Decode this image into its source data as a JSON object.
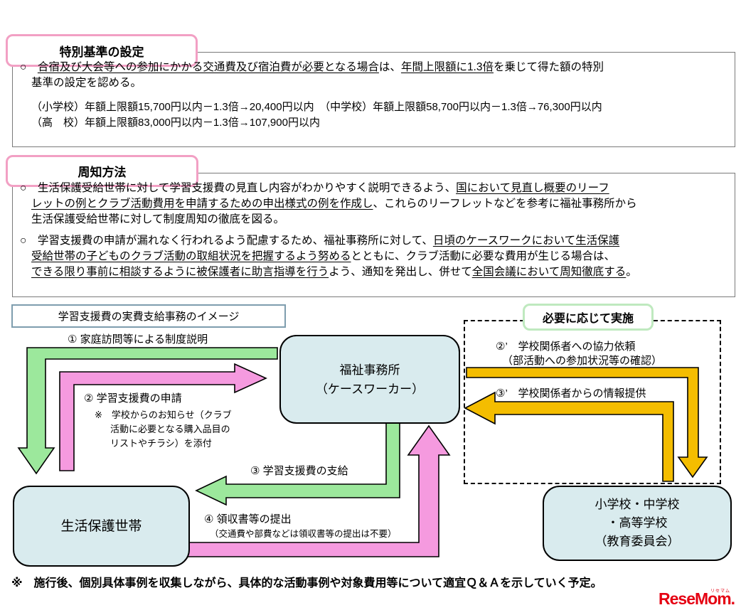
{
  "s1": {
    "title": "特別基準の設定",
    "body": [
      [
        {
          "t": "○　",
          "u": false
        },
        {
          "t": "合宿及び大会等への参加にかかる交通費及び宿泊費が必要となる場合",
          "u": true
        },
        {
          "t": "は、",
          "u": false
        },
        {
          "t": "年間上限額に1.3倍",
          "u": true
        },
        {
          "t": "を乗じて得た額の特別",
          "u": false
        }
      ],
      [
        {
          "t": "基準の設定を認める。",
          "u": false
        }
      ]
    ],
    "amounts": [
      [
        {
          "t": "（小学校）年額上限額15,700円以内－1.3倍→20,400円以内　（中学校）年額上限額58,700円以内－1.3倍→76,300円以内",
          "u": false
        }
      ],
      [
        {
          "t": "（高　校）年額上限額83,000円以内－1.3倍→107,900円以内",
          "u": false
        }
      ]
    ]
  },
  "s2": {
    "title": "周知方法",
    "bullet1": [
      [
        {
          "t": "○　生活保護受給世帯に対して学習支援費の見直し内容がわかりやすく説明できるよう、",
          "u": false
        },
        {
          "t": "国において見直し概要のリーフ",
          "u": true
        }
      ],
      [
        {
          "t": "レットの例とクラブ活動費用を申請するための申出様式の例を作成し",
          "u": true
        },
        {
          "t": "、これらのリーフレットなどを参考に福祉事務所から",
          "u": false
        }
      ],
      [
        {
          "t": "生活保護受給世帯に対して制度周知の徹底を図る。",
          "u": false
        }
      ]
    ],
    "bullet2": [
      [
        {
          "t": "○　学習支援費の申請が漏れなく行われるよう配慮するため、福祉事務所に対して、",
          "u": false
        },
        {
          "t": "日頃のケースワークにおいて生活保護",
          "u": true
        }
      ],
      [
        {
          "t": "受給世帯の子どものクラブ活動の取組状況を把握するよう努める",
          "u": true
        },
        {
          "t": "とともに、クラブ活動に必要な費用が生じる場合は、",
          "u": false
        }
      ],
      [
        {
          "t": "できる限り事前に相談するように被保護者に助言指導を行う",
          "u": true
        },
        {
          "t": "よう、通知を発出し、併せて",
          "u": false
        },
        {
          "t": "全国会議において周知徹底する",
          "u": true
        },
        {
          "t": "。",
          "u": false
        }
      ]
    ]
  },
  "diagram": {
    "title": "学習支援費の実費支給事務のイメージ",
    "as_needed": "必要に応じて実施",
    "nodes": {
      "welfare": {
        "l1": "福祉事務所",
        "l2": "（ケースワーカー）"
      },
      "household": {
        "label": "生活保護世帯"
      },
      "schools": {
        "l1": "小学校・中学校",
        "l2": "・高等学校",
        "l3": "（教育委員会）"
      }
    },
    "flows": {
      "f1": {
        "label": "① 家庭訪問等による制度説明"
      },
      "f2": {
        "label": "② 学習支援費の申請",
        "note": [
          "※　学校からのお知らせ（クラブ",
          "活動に必要となる購入品目の",
          "リストやチラシ）を添付"
        ]
      },
      "f3": {
        "label": "③ 学習支援費の支給"
      },
      "f4": {
        "label": "④ 領収書等の提出",
        "sub": "（交通費や部費などは領収書等の提出は不要）"
      },
      "f2p": {
        "label": "②’　学校関係者への協力依頼",
        "sub": "（部活動への参加状況等の確認）"
      },
      "f3p": {
        "label": "③’　学校関係者からの情報提供"
      }
    }
  },
  "footnote": {
    "text": "※　施行後、個別具体事例を収集しながら、具体的な活動事例や対象費用等について適宜Ｑ＆Ａを示していく予定。"
  },
  "logo": {
    "text": "ReseMom.",
    "ruby": "リセマム"
  },
  "colors": {
    "arrow_green": "#9CE89C",
    "arrow_pink": "#F59ADF",
    "arrow_orange": "#F4BD00",
    "node_fill": "#D9EBEE",
    "pink_border": "#F2A0C4",
    "green_border": "#BFE9BF",
    "blue_border": "#7E9DAE",
    "logo_red": "#E50012"
  }
}
